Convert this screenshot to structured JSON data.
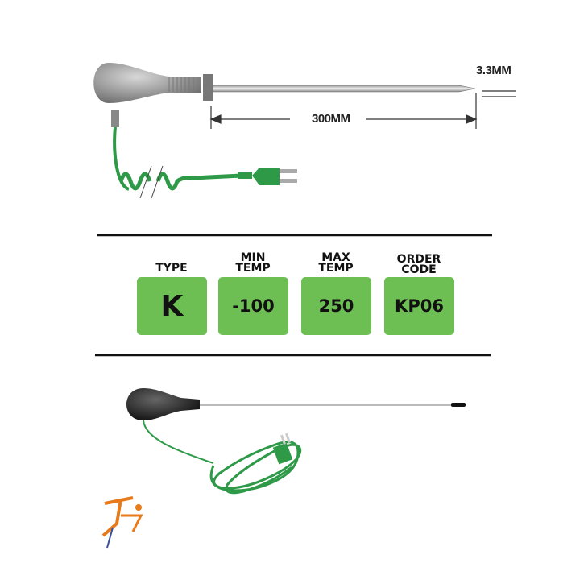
{
  "diagram": {
    "diameter_label": "3.3MM",
    "length_label": "300MM"
  },
  "specs": [
    {
      "label_line1": "TYPE",
      "label_line2": "",
      "value": "K"
    },
    {
      "label_line1": "MIN",
      "label_line2": "TEMP",
      "value": "-100"
    },
    {
      "label_line1": "MAX",
      "label_line2": "TEMP",
      "value": "250"
    },
    {
      "label_line1": "ORDER",
      "label_line2": "CODE",
      "value": "KP06"
    }
  ],
  "colors": {
    "accent_green": "#6dbf53",
    "cable_green": "#2e9a48"
  }
}
